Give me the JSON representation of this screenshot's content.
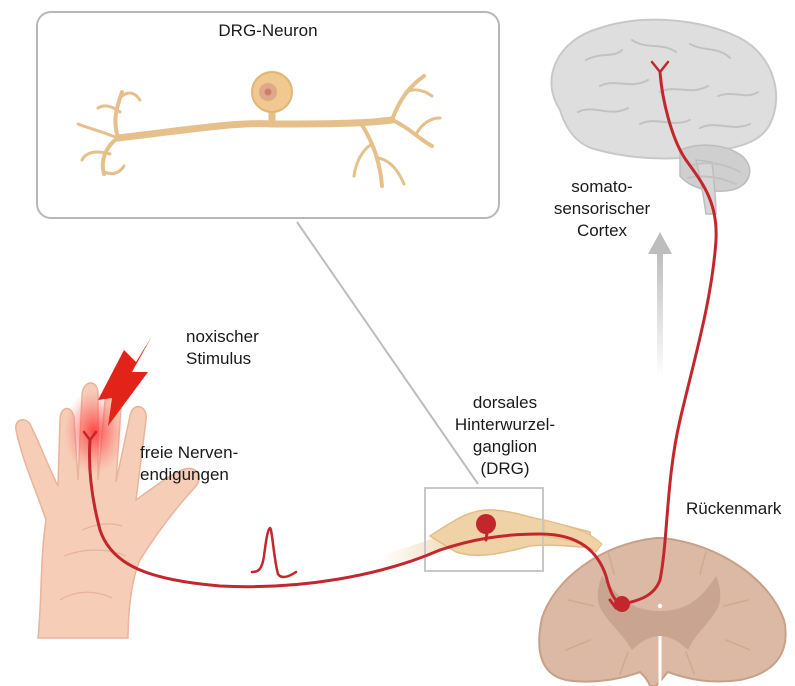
{
  "diagram": {
    "inset_title": "DRG-Neuron",
    "cortex_label": [
      "somato-",
      "sensorischer",
      "Cortex"
    ],
    "stimulus_label": [
      "noxischer",
      "Stimulus"
    ],
    "nerve_endings_label": [
      "freie Nerven-",
      "endigungen"
    ],
    "drg_label": [
      "dorsales",
      "Hinterwurzel-",
      "ganglion",
      "(DRG)"
    ],
    "spinal_cord_label": "Rückenmark"
  },
  "colors": {
    "nerve": "#c3272d",
    "neuron_fill": "#efd3a6",
    "neuron_stroke": "#e2bd86",
    "cord_fill": "#dcb9a4",
    "cord_grey": "#c39f8c",
    "brain": "#dedede",
    "skin": "#f6cdb7",
    "bolt": "#e2231a",
    "frame": "#b8b8b8"
  }
}
